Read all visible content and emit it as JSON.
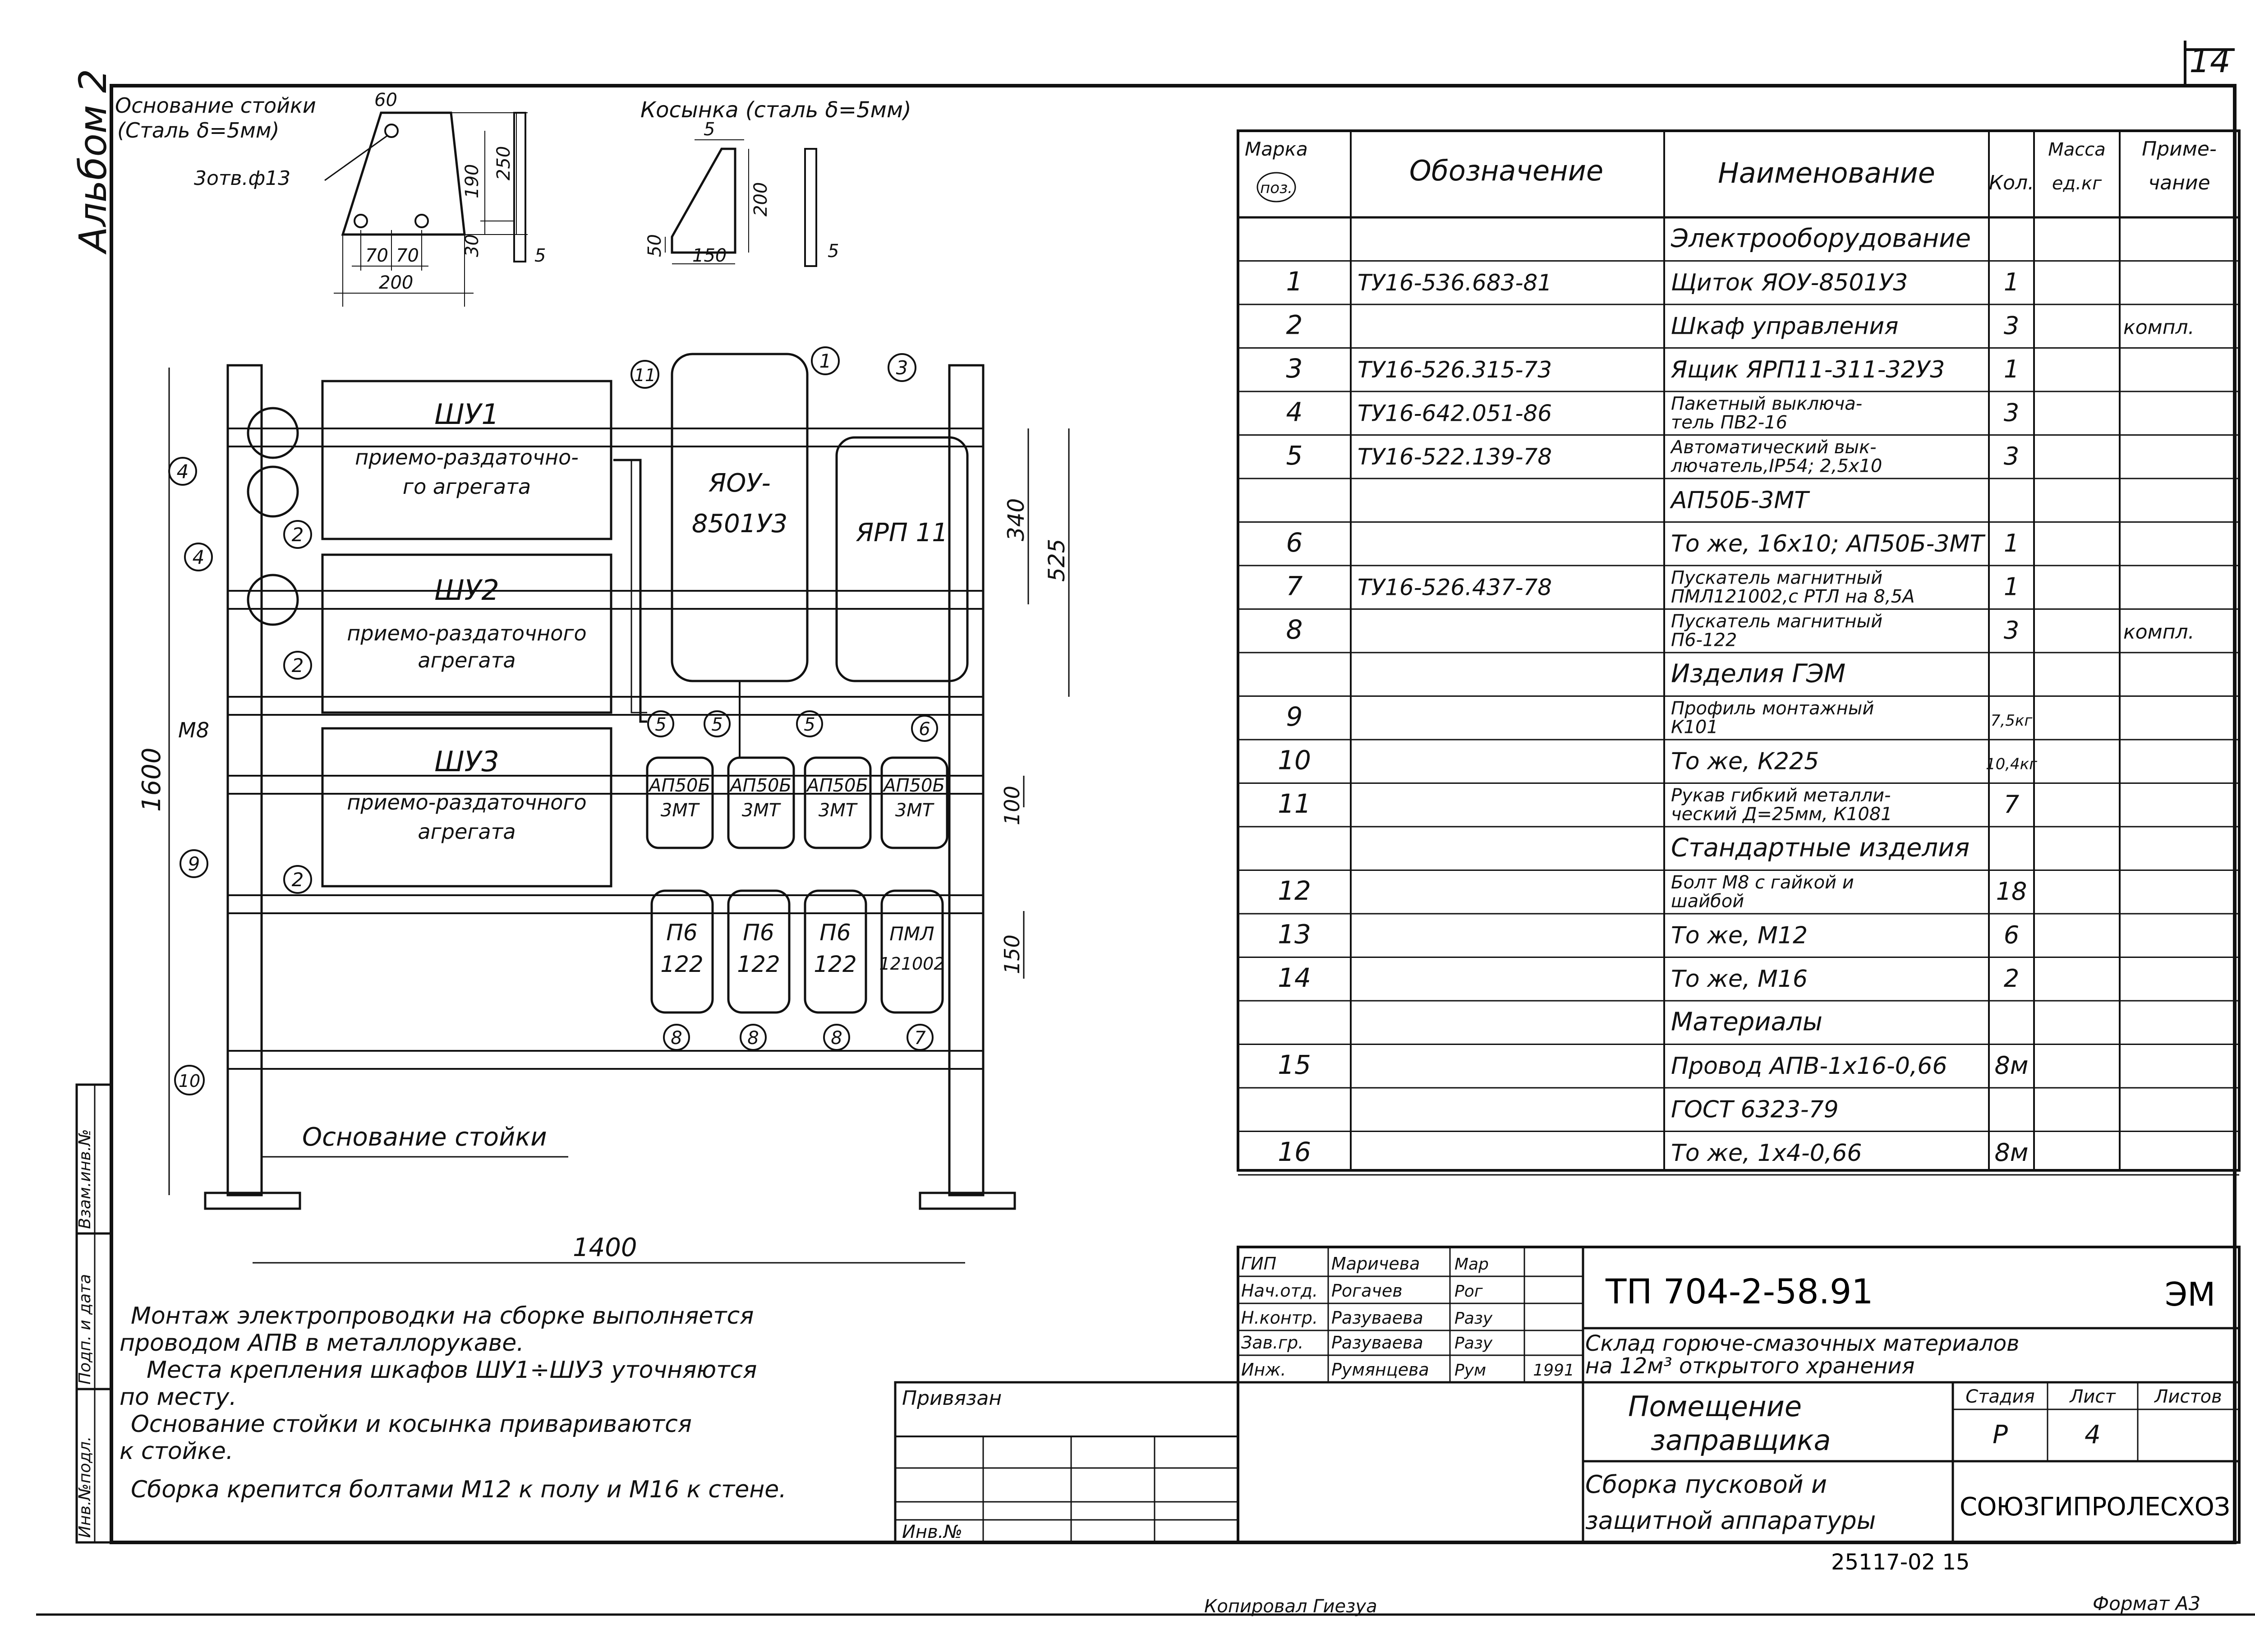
{
  "sheet": {
    "page_number": "14",
    "album": "Альбом 2",
    "bottom_number": "25117-02   15",
    "copied_by": "Копировал Гиезуа",
    "format": "Формат А3"
  },
  "notes": [
    "Монтаж электропроводки на сборке выполняется",
    "проводом АПВ в металлорукаве.",
    "Места крепления шкафов ШУ1÷ШУ3 уточняются",
    "по месту.",
    "Основание стойки и косынка привариваются",
    "к стойке.",
    "Сборка крепится болтами М12 к полу и М16 к стене."
  ],
  "details": {
    "base_title": [
      "Основание стойки",
      "(Сталь δ=5мм)"
    ],
    "base_holes": "3отв.ф13",
    "base_dims": [
      "60",
      "250",
      "190",
      "30",
      "70",
      "70",
      "200",
      "5"
    ],
    "gusset_title": "Косынка (сталь δ=5мм)",
    "gusset_dims": [
      "5",
      "200",
      "50",
      "150",
      "5"
    ]
  },
  "assembly": {
    "cabinets": [
      {
        "name": "ШУ1",
        "desc": [
          "приемо-раздаточно-",
          "го агрегата"
        ]
      },
      {
        "name": "ШУ2",
        "desc": [
          "приемо-раздаточного",
          "агрегата"
        ]
      },
      {
        "name": "ШУ3",
        "desc": [
          "приемо-раздаточного",
          "агрегата"
        ]
      }
    ],
    "boxes": [
      [
        "ЯОУ-",
        "8501У3"
      ],
      [
        "ЯРП 11"
      ]
    ],
    "breakers": [
      [
        "АП50Б",
        "3МТ"
      ],
      [
        "АП50Б",
        "3МТ"
      ],
      [
        "АП50Б",
        "3МТ"
      ],
      [
        "АП50Б",
        "3МТ"
      ]
    ],
    "starters": [
      [
        "П6",
        "122"
      ],
      [
        "П6",
        "122"
      ],
      [
        "П6",
        "122"
      ],
      [
        "ПМЛ",
        "121002"
      ]
    ],
    "callouts": [
      "1",
      "2",
      "2",
      "2",
      "3",
      "4",
      "4",
      "5",
      "5",
      "5",
      "6",
      "7",
      "8",
      "8",
      "8",
      "9",
      "10",
      "11"
    ],
    "dims": [
      "1600",
      "1400",
      "340",
      "525",
      "100",
      "150",
      "М8"
    ],
    "base_label": "Основание стойки"
  },
  "spec": {
    "headers": {
      "mark": "Марка",
      "mark_sub": "поз.",
      "designation": "Обозначение",
      "name": "Наименование",
      "qty": "Кол.",
      "mass": [
        "Масса",
        "ед.кг"
      ],
      "note": [
        "Приме-",
        "чание"
      ]
    },
    "rows": [
      {
        "mark": "",
        "designation": "",
        "name": [
          "Электрооборудование"
        ],
        "qty": "",
        "mass": "",
        "note": "",
        "section": true
      },
      {
        "mark": "1",
        "designation": "ТУ16-536.683-81",
        "name": [
          "Щиток ЯОУ-8501У3"
        ],
        "qty": "1",
        "mass": "",
        "note": ""
      },
      {
        "mark": "2",
        "designation": "",
        "name": [
          "Шкаф управления"
        ],
        "qty": "3",
        "mass": "",
        "note": "компл."
      },
      {
        "mark": "3",
        "designation": "ТУ16-526.315-73",
        "name": [
          "Ящик ЯРП11-311-32У3"
        ],
        "qty": "1",
        "mass": "",
        "note": ""
      },
      {
        "mark": "4",
        "designation": "ТУ16-642.051-86",
        "name": [
          "Пакетный выключа-",
          "тель ПВ2-16"
        ],
        "qty": "3",
        "mass": "",
        "note": ""
      },
      {
        "mark": "5",
        "designation": "ТУ16-522.139-78",
        "name": [
          "Автоматический вык-",
          "лючатель,IР54; 2,5х10"
        ],
        "qty": "3",
        "mass": "",
        "note": ""
      },
      {
        "mark": "",
        "designation": "",
        "name": [
          "АП50Б-3МТ"
        ],
        "qty": "",
        "mass": "",
        "note": ""
      },
      {
        "mark": "6",
        "designation": "",
        "name": [
          "То же, 16х10; АП50Б-3МТ"
        ],
        "qty": "1",
        "mass": "",
        "note": ""
      },
      {
        "mark": "7",
        "designation": "ТУ16-526.437-78",
        "name": [
          "Пускатель магнитный",
          "ПМЛ121002,с РТЛ на 8,5А"
        ],
        "qty": "1",
        "mass": "",
        "note": ""
      },
      {
        "mark": "8",
        "designation": "",
        "name": [
          "Пускатель магнитный",
          "П6-122"
        ],
        "qty": "3",
        "mass": "",
        "note": "компл."
      },
      {
        "mark": "",
        "designation": "",
        "name": [
          "Изделия ГЭМ"
        ],
        "qty": "",
        "mass": "",
        "note": "",
        "section": true
      },
      {
        "mark": "9",
        "designation": "",
        "name": [
          "Профиль монтажный",
          "К101"
        ],
        "qty": "7,5кг",
        "mass": "",
        "note": ""
      },
      {
        "mark": "10",
        "designation": "",
        "name": [
          "То же, К225"
        ],
        "qty": "10,4кг",
        "mass": "",
        "note": ""
      },
      {
        "mark": "11",
        "designation": "",
        "name": [
          "Рукав гибкий металли-",
          "ческий Д=25мм, К1081"
        ],
        "qty": "7",
        "mass": "",
        "note": ""
      },
      {
        "mark": "",
        "designation": "",
        "name": [
          "Стандартные изделия"
        ],
        "qty": "",
        "mass": "",
        "note": "",
        "section": true
      },
      {
        "mark": "12",
        "designation": "",
        "name": [
          "Болт М8 с гайкой и",
          "шайбой"
        ],
        "qty": "18",
        "mass": "",
        "note": ""
      },
      {
        "mark": "13",
        "designation": "",
        "name": [
          "То же, М12"
        ],
        "qty": "6",
        "mass": "",
        "note": ""
      },
      {
        "mark": "14",
        "designation": "",
        "name": [
          "То же, М16"
        ],
        "qty": "2",
        "mass": "",
        "note": ""
      },
      {
        "mark": "",
        "designation": "",
        "name": [
          "Материалы"
        ],
        "qty": "",
        "mass": "",
        "note": "",
        "section": true
      },
      {
        "mark": "15",
        "designation": "",
        "name": [
          "Провод АПВ-1х16-0,66"
        ],
        "qty": "8м",
        "mass": "",
        "note": ""
      },
      {
        "mark": "",
        "designation": "",
        "name": [
          "ГОСТ 6323-79"
        ],
        "qty": "",
        "mass": "",
        "note": ""
      },
      {
        "mark": "16",
        "designation": "",
        "name": [
          "То же, 1х4-0,66"
        ],
        "qty": "8м",
        "mass": "",
        "note": ""
      }
    ]
  },
  "stamp": {
    "roles": [
      {
        "role": "ГИП",
        "name": "Маричева",
        "sign": "Мар"
      },
      {
        "role": "Нач.отд.",
        "name": "Рогачев",
        "sign": "Рог"
      },
      {
        "role": "Н.контр.",
        "name": "Разуваева",
        "sign": "Разу"
      },
      {
        "role": "Зав.гр.",
        "name": "Разуваева",
        "sign": "Разу"
      },
      {
        "role": "Инж.",
        "name": "Румянцева",
        "sign": "Рум"
      }
    ],
    "year": "1991",
    "project_code": "ТП   704-2-58.91",
    "mark": "ЭМ",
    "project_title": [
      "Склад горюче-смазочных материалов",
      "на 12м³ открытого хранения"
    ],
    "building": [
      "Помещение",
      "заправщика"
    ],
    "stage_label": "Стадия",
    "sheet_label": "Лист",
    "sheets_label": "Листов",
    "stage": "Р",
    "sheet": "4",
    "drawing_title": [
      "Сборка пусковой и",
      "защитной аппаратуры"
    ],
    "org": "СОЮЗГИПРОЛЕСХОЗ",
    "bound": "Привязан",
    "inv": "Инв.№"
  },
  "side_stamp": [
    "Взам.инв.№",
    "Подп. и дата",
    "Инв.№подл."
  ]
}
